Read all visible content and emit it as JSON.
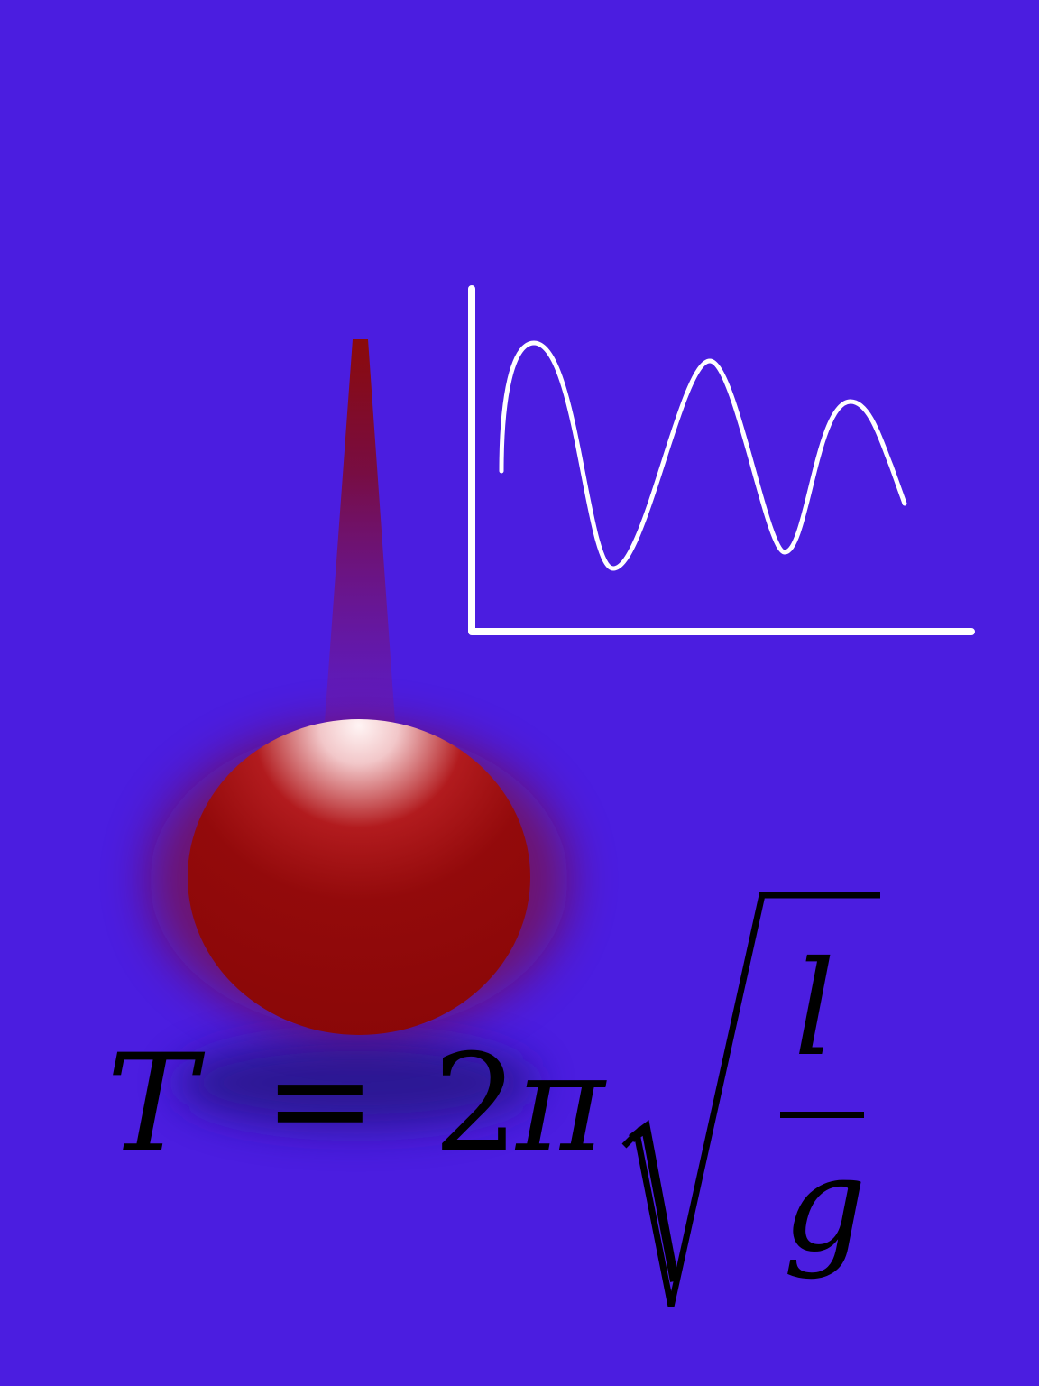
{
  "colors": {
    "background": "#4b1de0",
    "rod": "#8b0a0a",
    "bob": "#8b0808",
    "bob_highlight": "#fbe9ea",
    "plot_stroke": "#ffffff",
    "equation": "#000000"
  },
  "icons": {
    "pendulum": "pendulum-illustration",
    "plot": "damped-oscillation-plot"
  },
  "equation": {
    "lhs": "T",
    "equals": "=",
    "coefficient": "2",
    "pi": "π",
    "radical": "√",
    "numerator": "l",
    "denominator": "g"
  }
}
